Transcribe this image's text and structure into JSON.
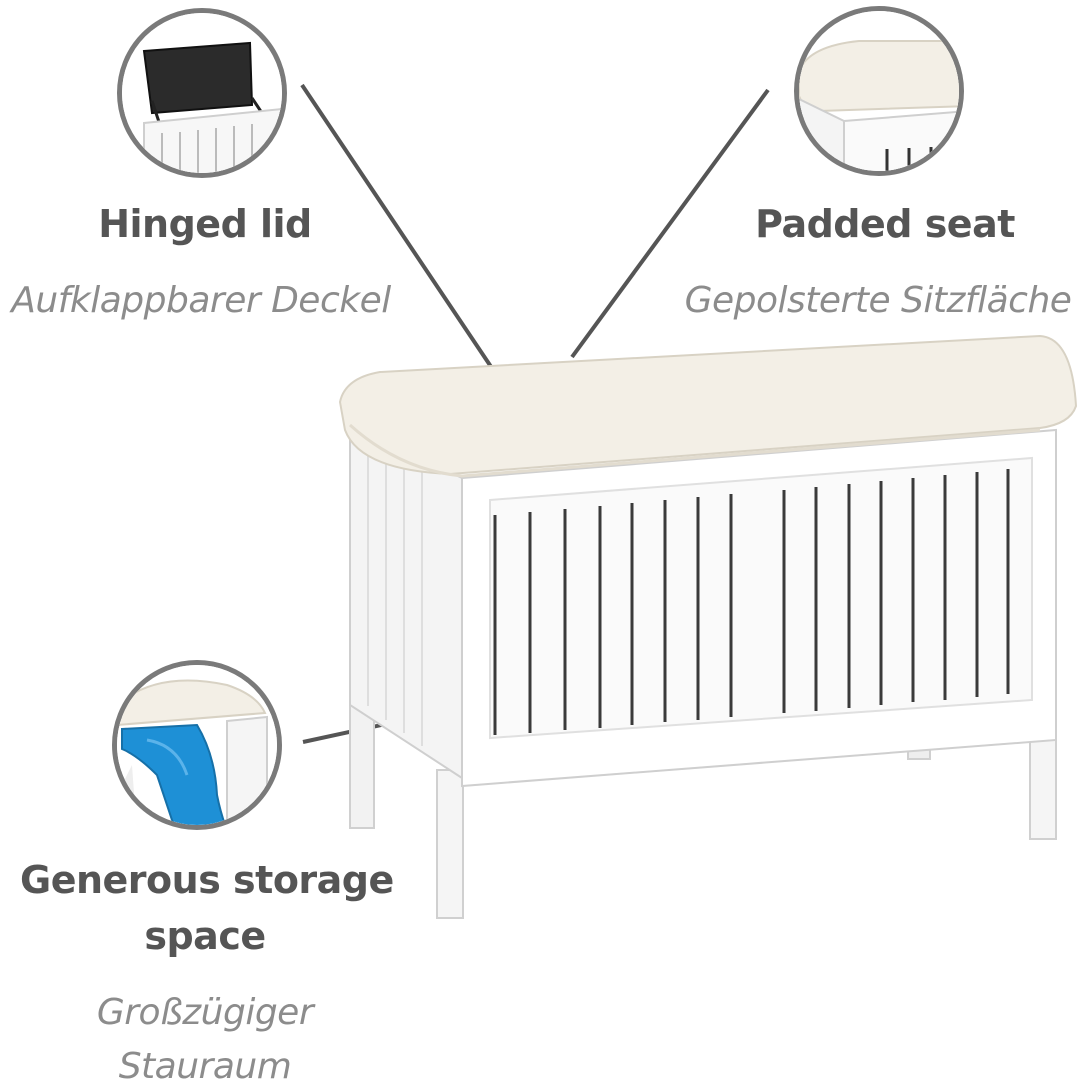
{
  "callouts": {
    "hinged_lid": {
      "en": "Hinged lid",
      "de": "Aufklappbarer Deckel"
    },
    "padded_seat": {
      "en": "Padded seat",
      "de": "Gepolsterte Sitzfläche"
    },
    "storage": {
      "en_line1": "Generous storage",
      "en_line2": "space",
      "de_line1": "Großzügiger",
      "de_line2": "Stauraum"
    }
  },
  "colors": {
    "lead_line": "#555555",
    "circle_border": "#7a7a7a",
    "seat": "#f3efe6",
    "towel": "#1e90d6"
  }
}
